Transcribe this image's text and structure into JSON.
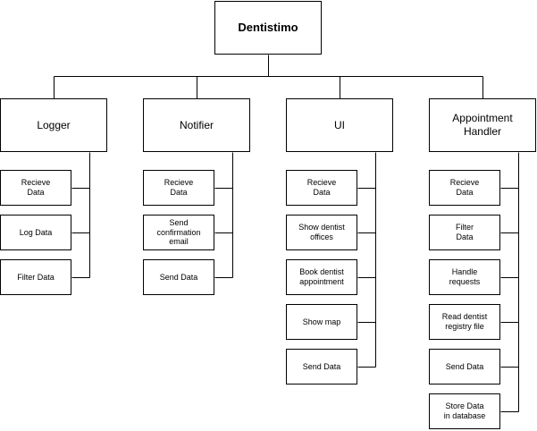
{
  "diagram": {
    "root": {
      "label": "Dentistimo"
    },
    "modules": [
      {
        "id": "logger",
        "label": "Logger",
        "tasks": [
          "Recieve\nData",
          "Log Data",
          "Filter Data"
        ]
      },
      {
        "id": "notifier",
        "label": "Notifier",
        "tasks": [
          "Recieve\nData",
          "Send\nconfirmation\nemail",
          "Send Data"
        ]
      },
      {
        "id": "ui",
        "label": "UI",
        "tasks": [
          "Recieve\nData",
          "Show dentist\noffices",
          "Book dentist\nappointment",
          "Show map",
          "Send Data"
        ]
      },
      {
        "id": "appointment-handler",
        "label": "Appointment\nHandler",
        "tasks": [
          "Recieve\nData",
          "Filter\nData",
          "Handle\nrequests",
          "Read dentist\nregistry file",
          "Send Data",
          "Store Data\nin database"
        ]
      }
    ]
  },
  "colors": {
    "line": "#000000",
    "box_border": "#000000",
    "background": "#ffffff"
  }
}
